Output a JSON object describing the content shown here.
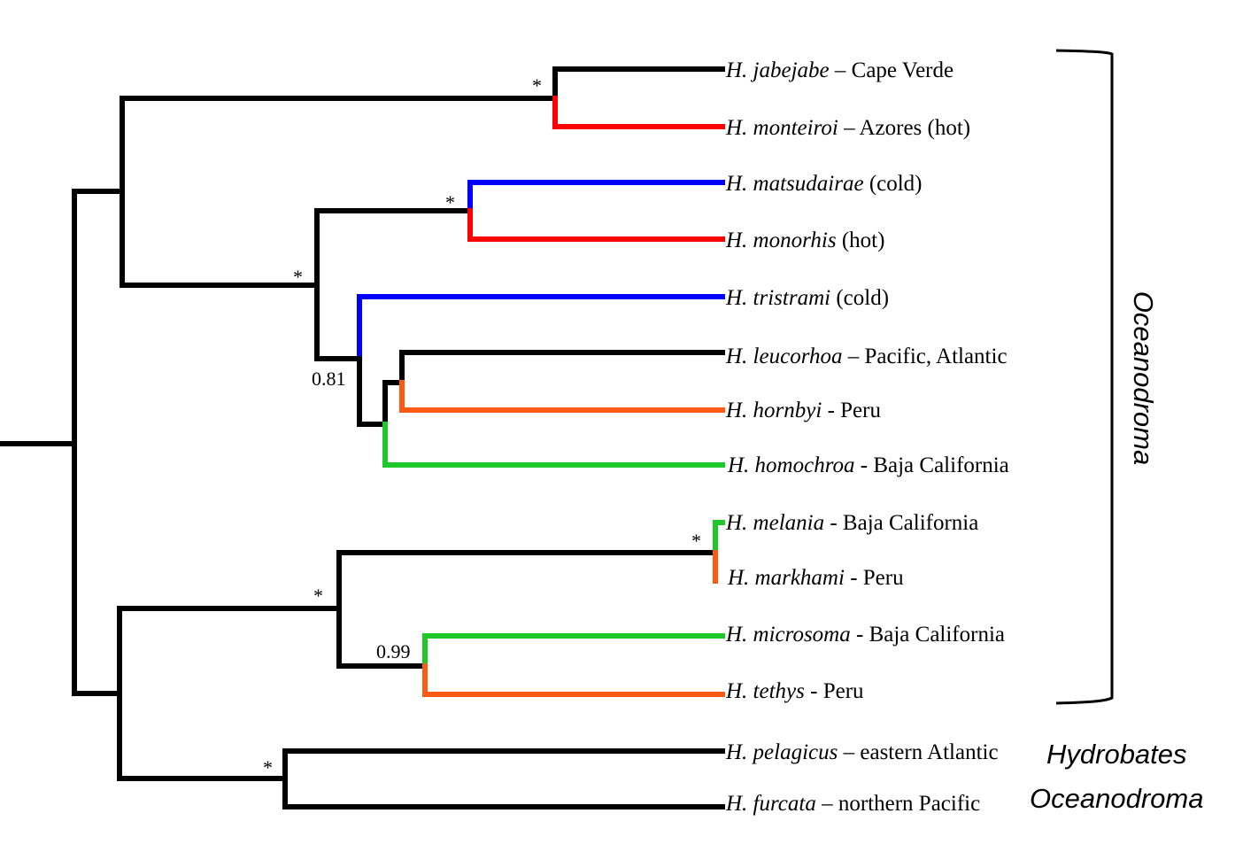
{
  "colors": {
    "black": "#000000",
    "red": "#ff0000",
    "blue": "#0000ff",
    "orange": "#ff5a14",
    "green": "#1ec828"
  },
  "tips": [
    {
      "genus_abbr": "H.",
      "species": "jabejabe",
      "suffix": " – Cape Verde"
    },
    {
      "genus_abbr": "H.",
      "species": "monteiroi",
      "suffix": " – Azores (hot)"
    },
    {
      "genus_abbr": "H.",
      "species": "matsudairae",
      "suffix": " (cold)"
    },
    {
      "genus_abbr": "H.",
      "species": "monorhis",
      "suffix": " (hot)"
    },
    {
      "genus_abbr": "H.",
      "species": "tristrami",
      "suffix": " (cold)"
    },
    {
      "genus_abbr": "H.",
      "species": "leucorhoa",
      "suffix": " – Pacific, Atlantic"
    },
    {
      "genus_abbr": "H.",
      "species": "hornbyi",
      "suffix": " - Peru"
    },
    {
      "genus_abbr": "H.",
      "species": "homochroa",
      "suffix": " - Baja California"
    },
    {
      "genus_abbr": "H.",
      "species": "melania",
      "suffix": " - Baja California"
    },
    {
      "genus_abbr": "H.",
      "species": "markhami",
      "suffix": " - Peru"
    },
    {
      "genus_abbr": "H.",
      "species": "microsoma",
      "suffix": " - Baja California"
    },
    {
      "genus_abbr": "H.",
      "species": "tethys",
      "suffix": " - Peru"
    },
    {
      "genus_abbr": "H.",
      "species": "pelagicus",
      "suffix": " – eastern Atlantic"
    },
    {
      "genus_abbr": "H.",
      "species": "furcata",
      "suffix": " – northern Pacific"
    }
  ],
  "support_labels": [
    "*",
    "*",
    "*",
    "0.81",
    "*",
    "*",
    "0.99",
    "*"
  ],
  "clade_labels": {
    "bracket_genus": "Oceanodroma",
    "pelagicus_genus": "Hydrobates",
    "furcata_genus": "Oceanodroma"
  }
}
